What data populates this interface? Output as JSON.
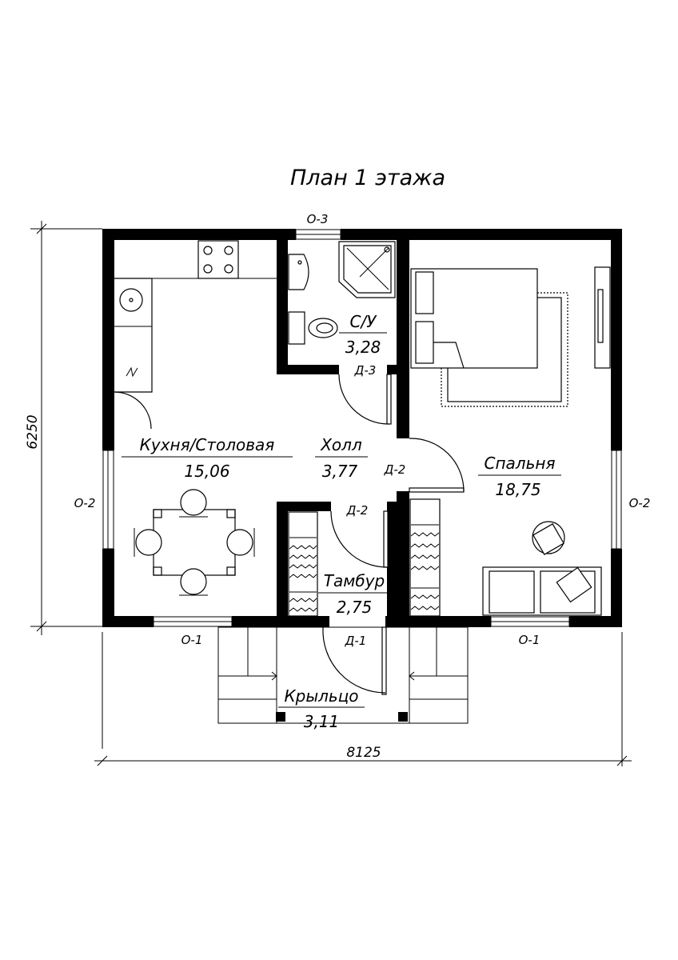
{
  "title": "План 1 этажа",
  "rooms": {
    "kitchen": {
      "name": "Кухня/Столовая",
      "area": "15,06"
    },
    "hall": {
      "name": "Холл",
      "area": "3,77"
    },
    "bathroom": {
      "name": "С/У",
      "area": "3,28"
    },
    "bedroom": {
      "name": "Спальня",
      "area": "18,75"
    },
    "vestibule": {
      "name": "Тамбур",
      "area": "2,75"
    },
    "porch": {
      "name": "Крыльцо",
      "area": "3,11"
    }
  },
  "windows": {
    "top": "О-3",
    "left": "О-2",
    "right": "О-2",
    "bottom_left": "О-1",
    "bottom_right": "О-1"
  },
  "doors": {
    "bathroom": "Д-3",
    "hall_bedroom": "Д-2",
    "hall_vestibule": "Д-2",
    "entry": "Д-1"
  },
  "dimensions": {
    "width": "8125",
    "height": "6250"
  }
}
